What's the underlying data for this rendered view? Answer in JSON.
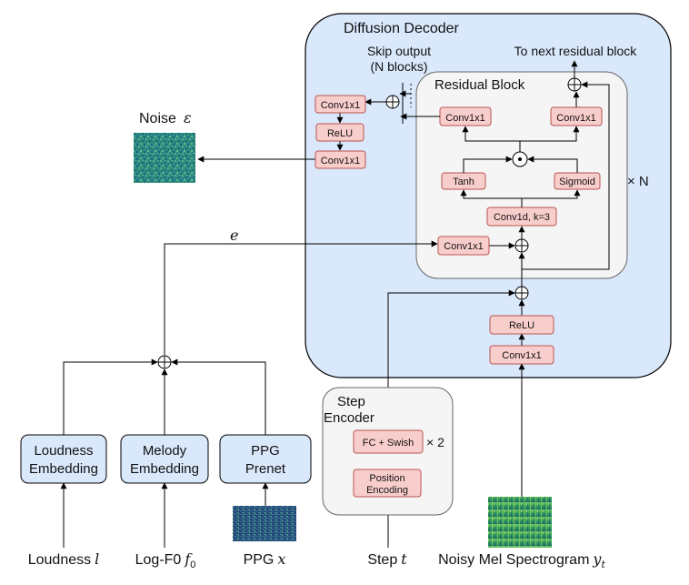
{
  "decoder": {
    "title": "Diffusion Decoder",
    "skip_output_line1": "Skip output",
    "skip_output_line2": "(N blocks)",
    "next_block": "To next residual block",
    "times_n": "× N"
  },
  "residual_block": {
    "title": "Residual Block",
    "conv_skip": "Conv1x1",
    "conv_res": "Conv1x1",
    "tanh": "Tanh",
    "sigmoid": "Sigmoid",
    "conv1d": "Conv1d, k=3",
    "conv_cond": "Conv1x1"
  },
  "skip_head": {
    "conv_top": "Conv1x1",
    "relu": "ReLU",
    "conv_bottom": "Conv1x1"
  },
  "input_stack": {
    "relu": "ReLU",
    "conv": "Conv1x1"
  },
  "noise": {
    "label": "Noise",
    "symbol": "ε"
  },
  "condition_symbol": "e",
  "step_encoder": {
    "title_line1": "Step",
    "title_line2": "Encoder",
    "fc_swish": "FC + Swish",
    "times_2": "× 2",
    "pos_enc_line1": "Position",
    "pos_enc_line2": "Encoding"
  },
  "embeddings": {
    "loudness_line1": "Loudness",
    "loudness_line2": "Embedding",
    "melody_line1": "Melody",
    "melody_line2": "Embedding",
    "ppg_line1": "PPG",
    "ppg_line2": "Prenet"
  },
  "inputs": {
    "loudness_label": "Loudness",
    "loudness_symbol": "l",
    "logf0_label": "Log-F0",
    "logf0_symbol": "f",
    "logf0_sub": "0",
    "ppg_label": "PPG",
    "ppg_symbol": "x",
    "step_label": "Step",
    "step_symbol": "t",
    "mel_label": "Noisy Mel Spectrogram",
    "mel_symbol": "y",
    "mel_sub": "t"
  },
  "colors": {
    "decoder_bg": "#dae8fc",
    "residual_bg": "#f5f5f5",
    "module_fill": "#f8cecc",
    "module_stroke": "#b85450",
    "embedding_fill": "#dae8fc",
    "noise_tone": "#2c8a82",
    "ppg_tone": "#27467a",
    "mel_tone": "#3fa35a"
  }
}
